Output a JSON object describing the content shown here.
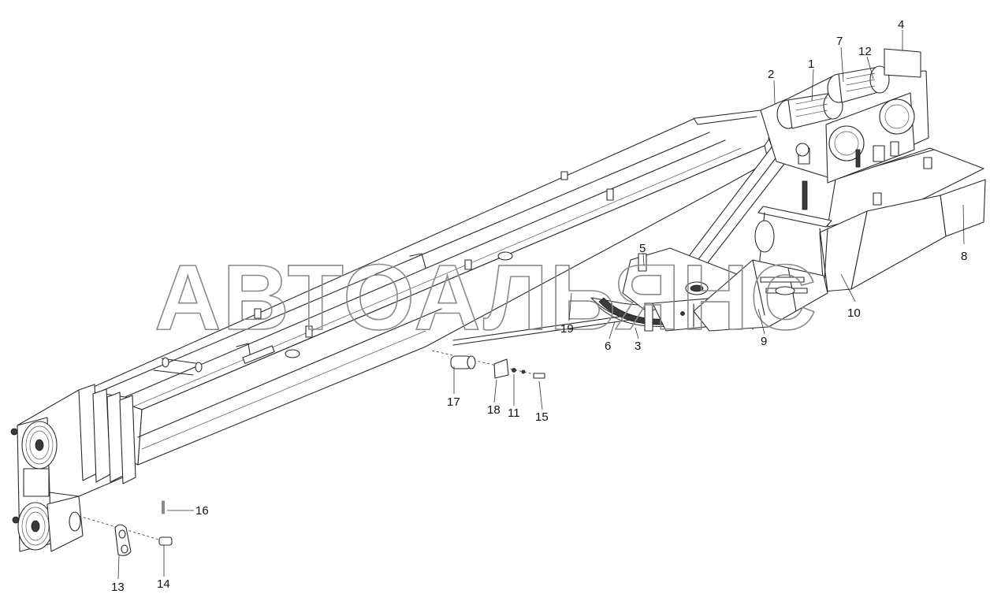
{
  "watermark": "АВТОАЛЬЯНС",
  "callouts": [
    "1",
    "2",
    "3",
    "4",
    "5",
    "6",
    "7",
    "8",
    "9",
    "10",
    "11",
    "12",
    "13",
    "14",
    "15",
    "16",
    "17",
    "18",
    "19"
  ]
}
